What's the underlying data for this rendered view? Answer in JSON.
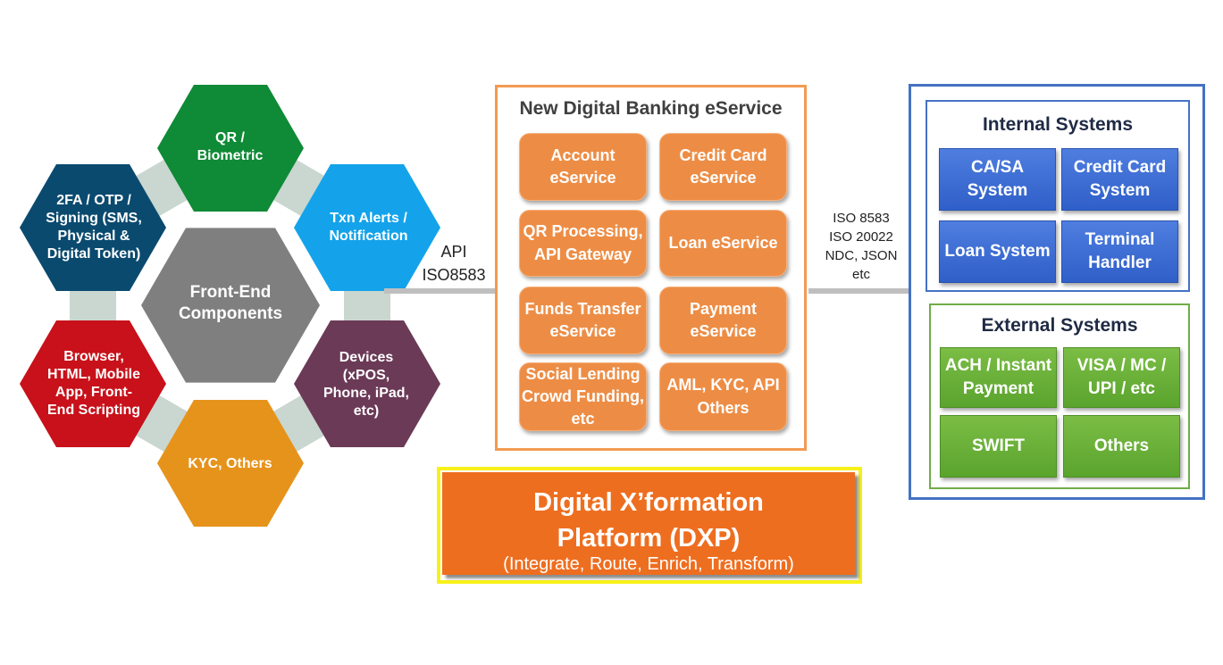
{
  "hexes": {
    "center": {
      "label": "Front-End Components",
      "color": "#7f7f7f"
    },
    "qr": {
      "label": "QR / Biometric",
      "color": "#0f8a36"
    },
    "txn": {
      "label": "Txn Alerts / Notification",
      "color": "#14a3ea"
    },
    "devices": {
      "label": "Devices (xPOS, Phone, iPad, etc)",
      "color": "#6b3a57"
    },
    "kyc": {
      "label": "KYC, Others",
      "color": "#e6931c"
    },
    "browser": {
      "label": "Browser, HTML, Mobile App, Front-End Scripting",
      "color": "#c8111a"
    },
    "twofa": {
      "label": "2FA / OTP / Signing (SMS, Physical & Digital Token)",
      "color": "#0a4a6f"
    },
    "connector_color": "#c9d7d0"
  },
  "connectors": {
    "left_label_line1": "API",
    "left_label_line2": "ISO8583",
    "right_label": "ISO 8583 ISO 20022 NDC, JSON etc"
  },
  "middle": {
    "title": "New Digital Banking eService",
    "services": [
      {
        "label": "Account eService"
      },
      {
        "label": "Credit Card eService"
      },
      {
        "label": "QR Processing, API Gateway"
      },
      {
        "label": "Loan eService"
      },
      {
        "label": "Funds Transfer eService"
      },
      {
        "label": "Payment eService"
      },
      {
        "label": "Social Lending Crowd Funding, etc"
      },
      {
        "label": "AML, KYC, API Others"
      }
    ]
  },
  "dxp": {
    "title": "Digital X’formation Platform (DXP)",
    "subtitle": "(Integrate, Route, Enrich, Transform)"
  },
  "internal": {
    "title": "Internal Systems",
    "items": [
      {
        "label": "CA/SA System"
      },
      {
        "label": "Credit Card System"
      },
      {
        "label": "Loan System"
      },
      {
        "label": "Terminal Handler"
      }
    ]
  },
  "external": {
    "title": "External Systems",
    "items": [
      {
        "label": "ACH / Instant Payment"
      },
      {
        "label": "VISA / MC / UPI / etc"
      },
      {
        "label": "SWIFT"
      },
      {
        "label": "Others"
      }
    ]
  }
}
